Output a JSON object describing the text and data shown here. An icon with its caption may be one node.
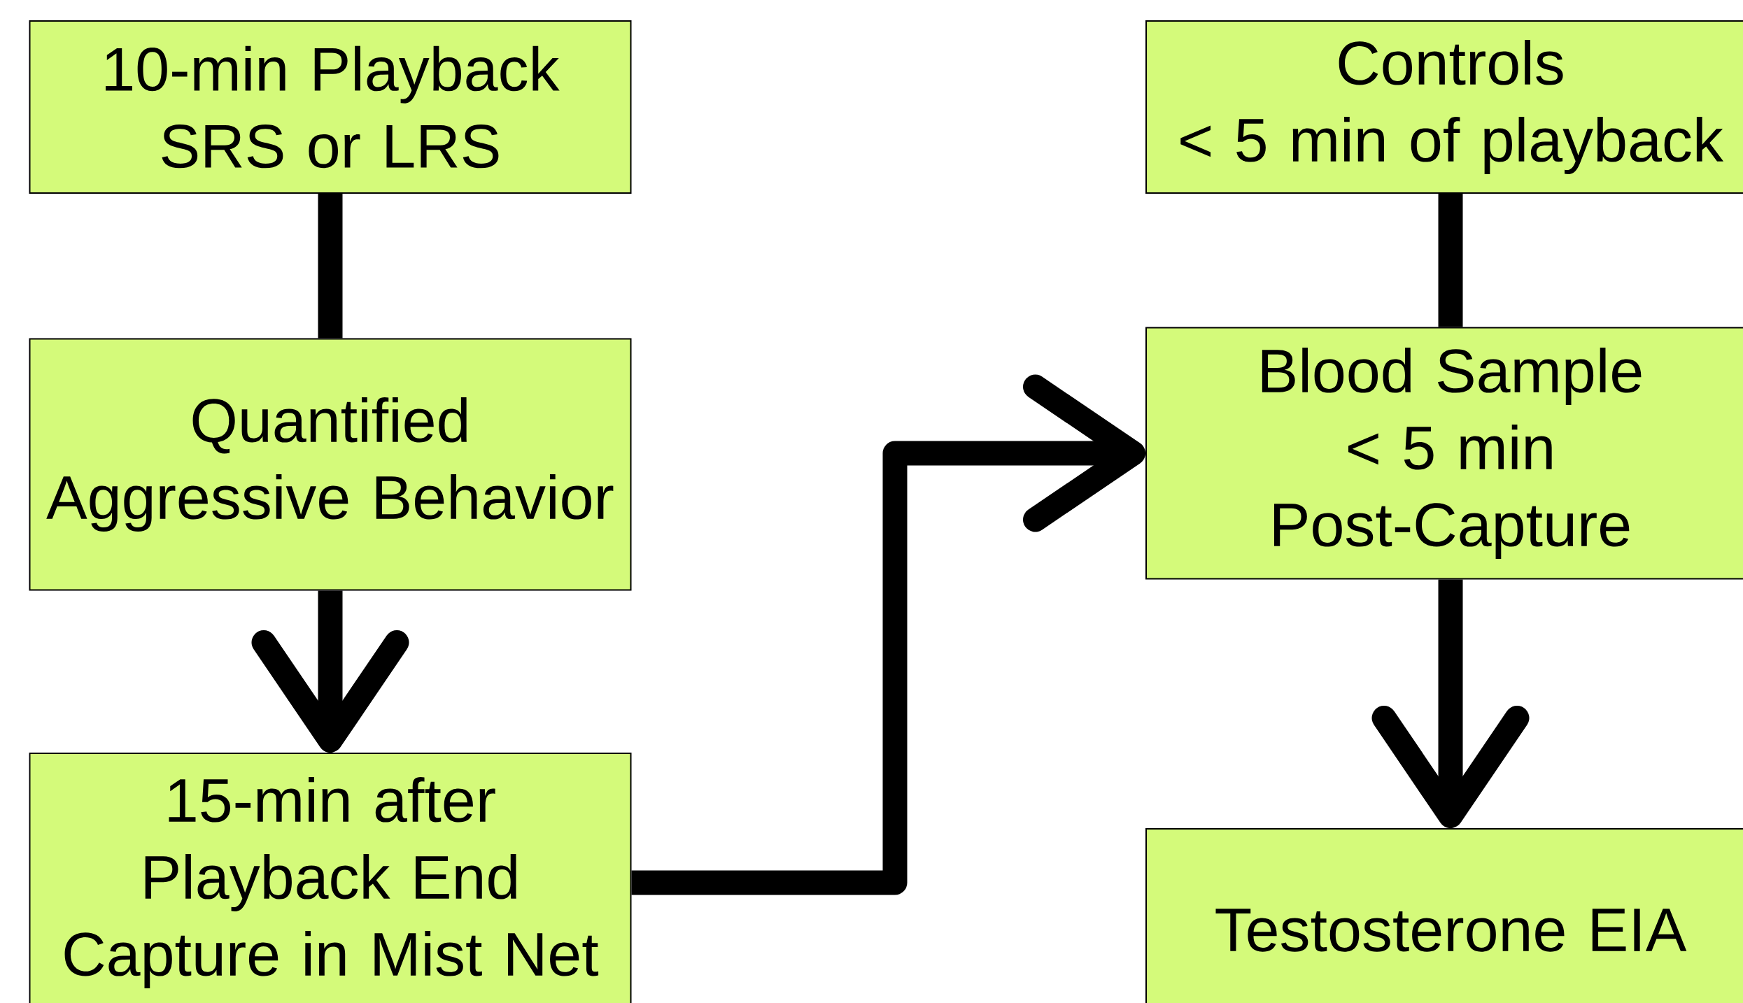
{
  "diagram": {
    "nodes": [
      {
        "text": [
          "10-min Playback",
          "SRS or LRS"
        ]
      },
      {
        "text": [
          "Quantified Aggressive Behavior"
        ]
      },
      {
        "text": [
          "15-min after",
          "Playback End",
          "Capture in Mist Net"
        ]
      },
      {
        "text": [
          "Controls",
          "< 5 min of playback"
        ]
      },
      {
        "text": [
          "Blood Sample",
          "< 5 min",
          "Post-Capture"
        ]
      },
      {
        "text": [
          "Testosterone EIA"
        ]
      }
    ],
    "edges": [
      {
        "from": 0,
        "to": 1,
        "arrow": "none"
      },
      {
        "from": 1,
        "to": 2,
        "arrow": "to"
      },
      {
        "from": 2,
        "to": 4,
        "arrow": "to"
      },
      {
        "from": 3,
        "to": 4,
        "arrow": "none"
      },
      {
        "from": 4,
        "to": 5,
        "arrow": "to"
      }
    ]
  }
}
